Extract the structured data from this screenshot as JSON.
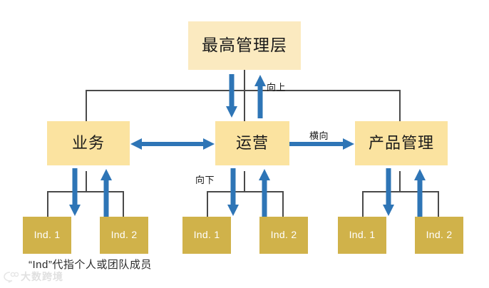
{
  "diagram": {
    "title_box": {
      "label": "最高管理层"
    },
    "mid_boxes": [
      {
        "label": "业务"
      },
      {
        "label": "运营"
      },
      {
        "label": "产品管理"
      }
    ],
    "leaf_groups": [
      {
        "items": [
          {
            "label": "Ind. 1"
          },
          {
            "label": "Ind. 2"
          }
        ]
      },
      {
        "items": [
          {
            "label": "Ind. 1"
          },
          {
            "label": "Ind. 2"
          }
        ]
      },
      {
        "items": [
          {
            "label": "Ind. 1"
          },
          {
            "label": "Ind. 2"
          }
        ]
      }
    ],
    "arrow_labels": {
      "up": "向上",
      "down": "向下",
      "lateral": "横向"
    },
    "footnote": "“Ind”代指个人或团队成员",
    "watermark": {
      "text": "大数跨境"
    },
    "colors": {
      "box_top_fill": "#FBEAC0",
      "box_mid_fill": "#FBE3A0",
      "box_leaf_fill": "#D0B24A",
      "leaf_text": "#FFFFFF",
      "arrow_blue": "#2E75B6",
      "connector_gray": "#4A4A4A",
      "background": "#FFFFFF"
    }
  }
}
